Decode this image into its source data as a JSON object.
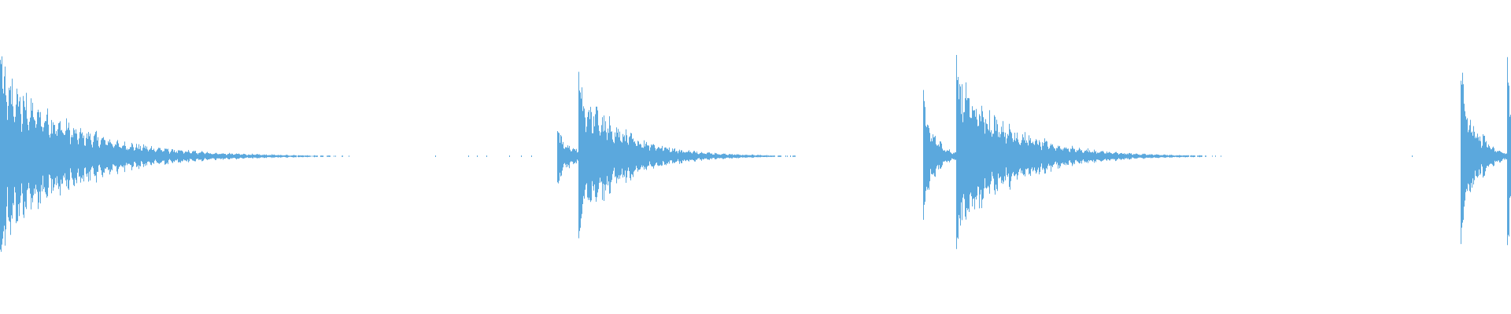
{
  "waveform": {
    "color": "#5ba8dd",
    "background": "#ffffff",
    "bursts": [
      {
        "time": 0.0,
        "peak": 0.74,
        "decay": 0.045
      },
      {
        "time": 0.369,
        "peak": 0.2,
        "decay": 0.01
      },
      {
        "time": 0.383,
        "peak": 0.57,
        "decay": 0.03
      },
      {
        "time": 0.396,
        "peak": 0.17,
        "decay": 0.012
      },
      {
        "time": 0.611,
        "peak": 0.45,
        "decay": 0.008
      },
      {
        "time": 0.633,
        "peak": 0.69,
        "decay": 0.035
      },
      {
        "time": 0.967,
        "peak": 0.63,
        "decay": 0.01
      },
      {
        "time": 0.982,
        "peak": 0.18,
        "decay": 0.008
      },
      {
        "time": 0.998,
        "peak": 0.7,
        "decay": 0.004
      }
    ],
    "dots": [
      0.075,
      0.096,
      0.099,
      0.288,
      0.31,
      0.316,
      0.322,
      0.337,
      0.345,
      0.352,
      0.418,
      0.453,
      0.523,
      0.728,
      0.935
    ]
  }
}
